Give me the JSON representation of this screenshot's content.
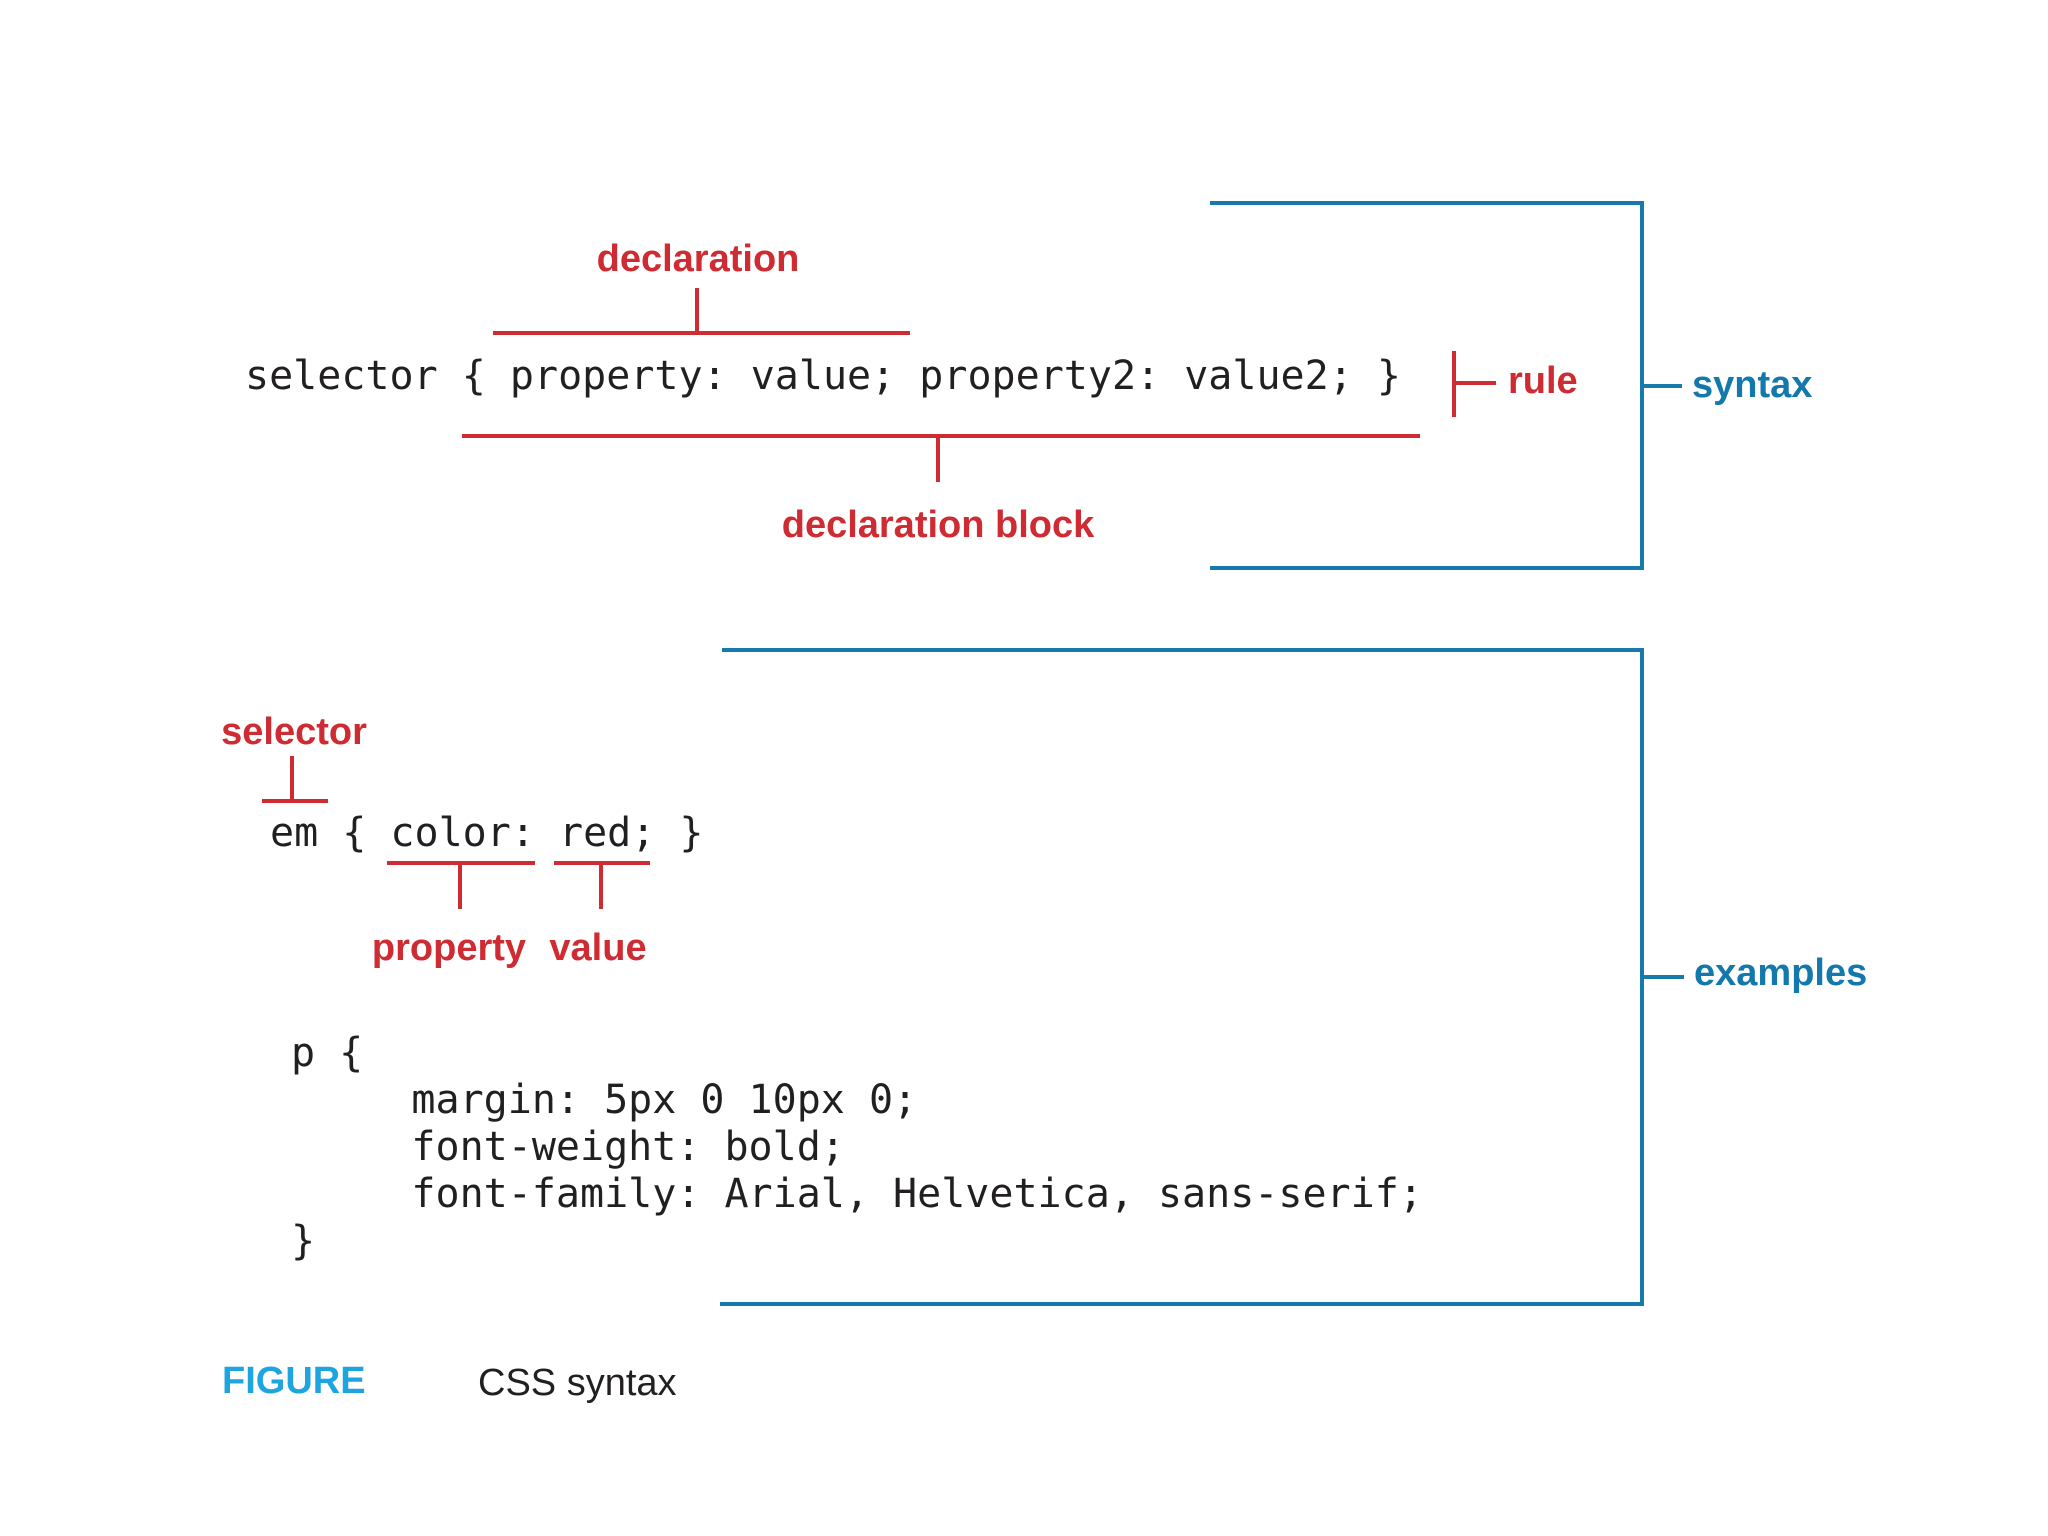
{
  "colors": {
    "red": "#ce2b33",
    "bracket_blue": "#1779ac",
    "label_blue": "#1378ab",
    "figure_blue": "#1ea5e0",
    "code_black": "#221f1f"
  },
  "syntax_section": {
    "code_line": "selector { property: value; property2: value2; }",
    "declaration_label": "declaration",
    "declaration_block_label": "declaration block",
    "rule_label": "rule",
    "bracket_label": "syntax"
  },
  "examples_section": {
    "selector_label": "selector",
    "em_code_line": "em { color: red; }",
    "property_label": "property",
    "value_label": "value",
    "p_code_block": "p {\n     margin: 5px 0 10px 0;\n     font-weight: bold;\n     font-family: Arial, Helvetica, sans-serif;\n}",
    "bracket_label": "examples"
  },
  "caption": {
    "figure_label": "FIGURE",
    "text": "CSS syntax"
  }
}
